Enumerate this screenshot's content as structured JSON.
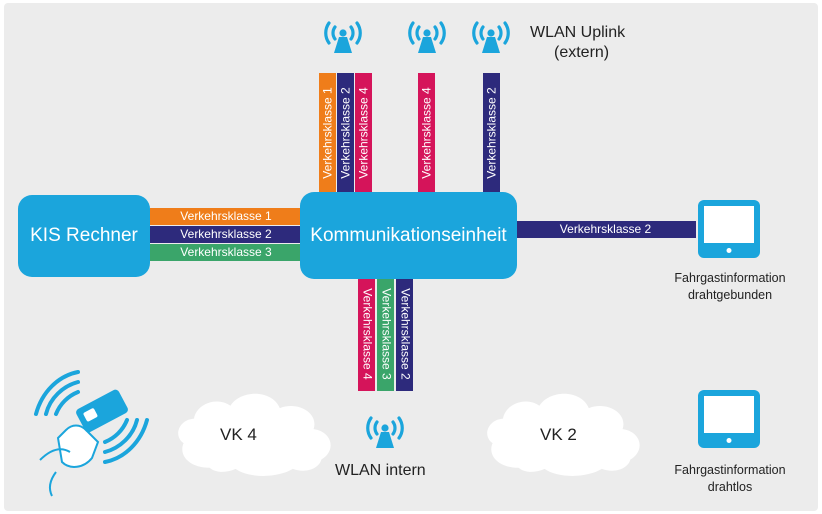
{
  "colors": {
    "background": "#ececec",
    "node": "#1ba5dc",
    "vk1": "#ef7d1a",
    "vk2": "#2d2a7c",
    "vk3": "#3aa56a",
    "vk4": "#d5145a"
  },
  "nodes": {
    "kis": "KIS Rechner",
    "kommunikation": "Kommunikationseinheit"
  },
  "bands": {
    "left": [
      "Verkehrsklasse 1",
      "Verkehrsklasse 2",
      "Verkehrsklasse 3"
    ],
    "right": "Verkehrsklasse 2",
    "top_group1": [
      "Verkehrsklasse 1",
      "Verkehrsklasse 2",
      "Verkehrsklasse 4"
    ],
    "top_group2": "Verkehrsklasse 4",
    "top_group3": "Verkehrsklasse 2",
    "bottom": [
      "Verkehrsklasse 4",
      "Verkehrsklasse 3",
      "Verkehrsklasse 2"
    ]
  },
  "labels": {
    "wlan_uplink_line1": "WLAN Uplink",
    "wlan_uplink_line2": "(extern)",
    "wlan_intern": "WLAN intern",
    "vk4_cloud": "VK 4",
    "vk2_cloud": "VK 2",
    "fahrgast_wired_line1": "Fahrgastinformation",
    "fahrgast_wired_line2": "drahtgebunden",
    "fahrgast_wireless_line1": "Fahrgastinformation",
    "fahrgast_wireless_line2": "drahtlos"
  },
  "icons": [
    "antenna-icon",
    "cloud-icon",
    "monitor-icon",
    "contactless-ticket-icon"
  ]
}
